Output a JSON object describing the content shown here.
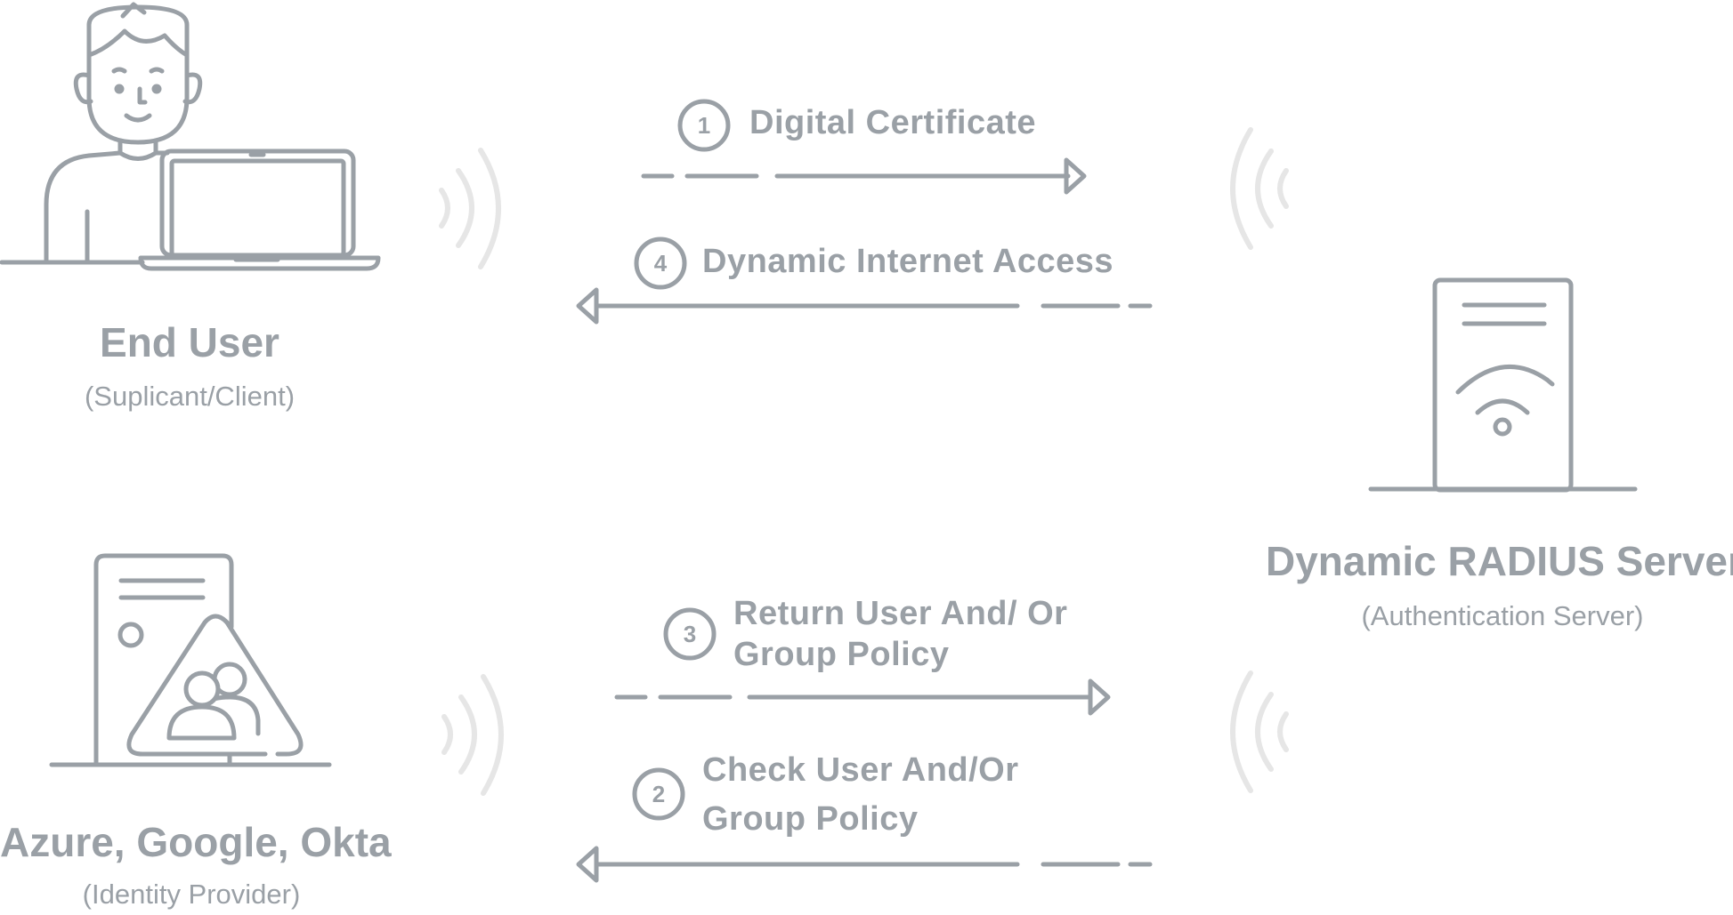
{
  "nodes": {
    "end_user": {
      "title": "End User",
      "subtitle": "(Suplicant/Client)"
    },
    "radius_server": {
      "title": "Dynamic RADIUS Server",
      "subtitle": "(Authentication Server)"
    },
    "identity_provider": {
      "title": "Azure, Google, Okta",
      "subtitle": "(Identity Provider)"
    }
  },
  "steps": [
    {
      "number": "1",
      "line1": "Digital Certificate",
      "line2": ""
    },
    {
      "number": "4",
      "line1": "Dynamic Internet Access",
      "line2": ""
    },
    {
      "number": "3",
      "line1": "Return User And/ Or",
      "line2": "Group Policy"
    },
    {
      "number": "2",
      "line1": "Check User And/Or",
      "line2": "Group Policy"
    }
  ],
  "colors": {
    "stroke": "#9aa0a6",
    "signal": "#e6e6e6"
  }
}
